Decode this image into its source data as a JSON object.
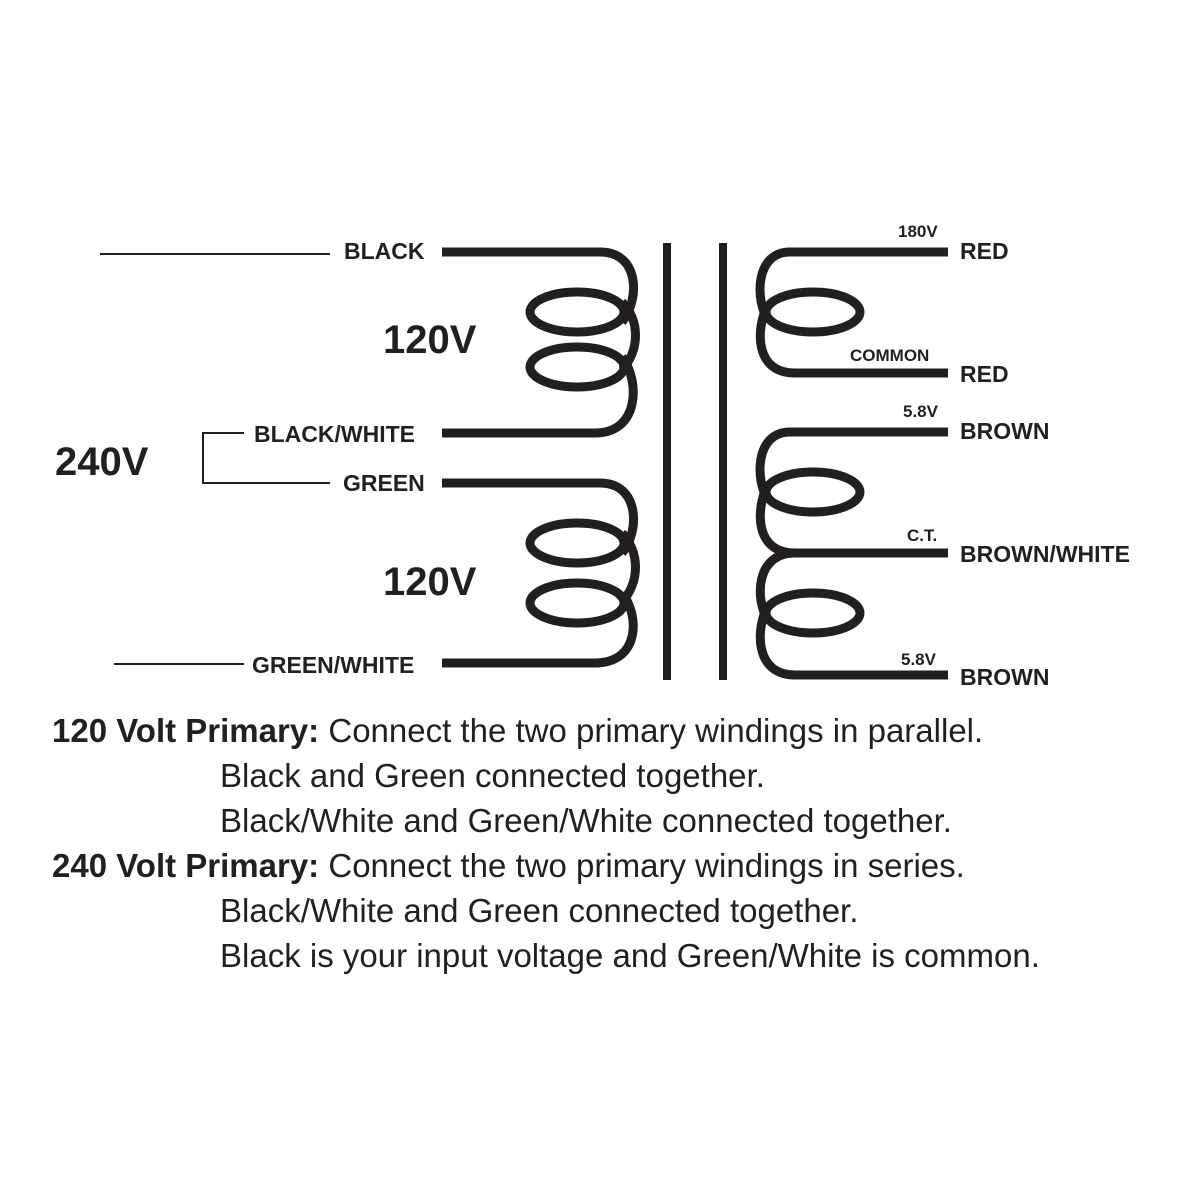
{
  "primary": {
    "voltage_total": "240V",
    "coils": [
      {
        "voltage": "120V",
        "top_lead": "BLACK",
        "bottom_lead": "BLACK/WHITE"
      },
      {
        "voltage": "120V",
        "top_lead": "GREEN",
        "bottom_lead": "GREEN/WHITE"
      }
    ]
  },
  "secondary": {
    "high_voltage": {
      "top_tap": "180V",
      "top_lead": "RED",
      "bottom_tap": "COMMON",
      "bottom_lead": "RED"
    },
    "low_voltage": {
      "top_tap": "5.8V",
      "top_lead": "BROWN",
      "center_tap": "C.T.",
      "center_lead": "BROWN/WHITE",
      "bottom_tap": "5.8V",
      "bottom_lead": "BROWN"
    }
  },
  "notes": {
    "v120_title": "120 Volt Primary:",
    "v120_text": " Connect the two primary windings in parallel.",
    "v120_line2": "Black and Green connected together.",
    "v120_line3": "Black/White and Green/White connected together.",
    "v240_title": "240 Volt Primary:",
    "v240_text": " Connect the two primary windings in series.",
    "v240_line2": "Black/White and Green connected together.",
    "v240_line3": "Black is your input voltage and Green/White is common."
  },
  "colors": {
    "ink": "#231f20",
    "background": "#ffffff"
  }
}
